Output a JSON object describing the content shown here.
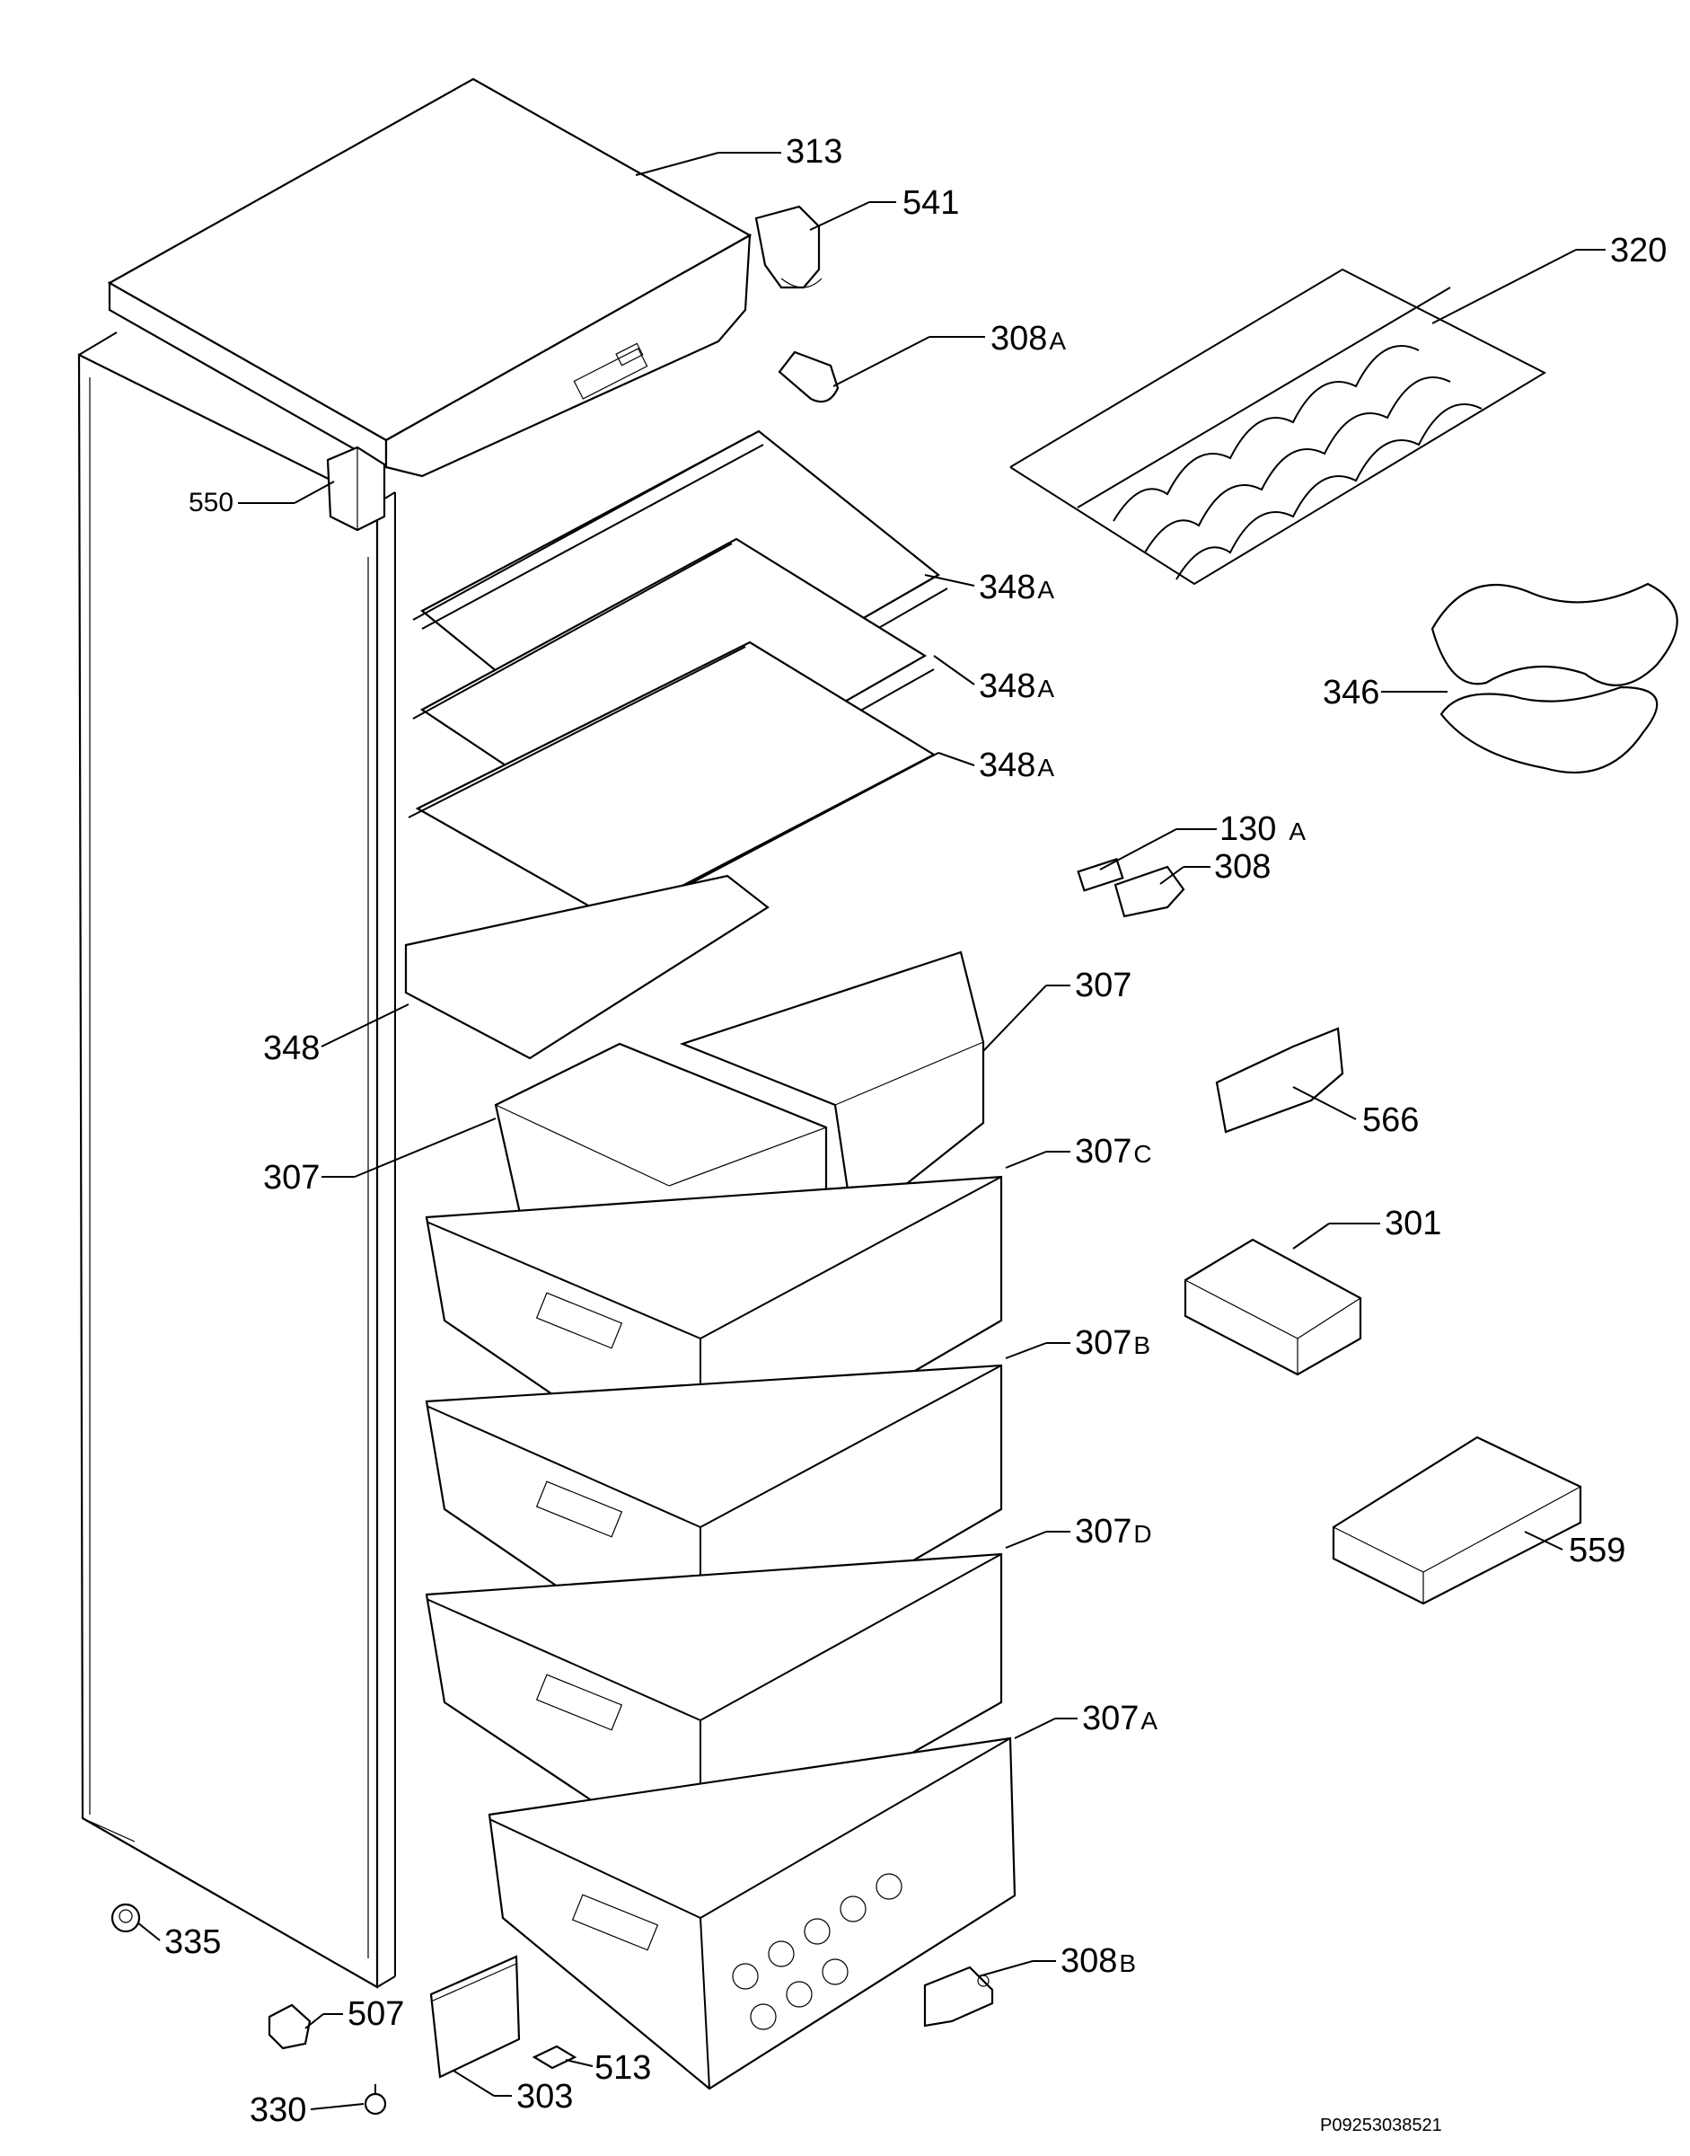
{
  "callouts": [
    {
      "id": "313",
      "text": "313",
      "sub": ""
    },
    {
      "id": "541",
      "text": "541",
      "sub": ""
    },
    {
      "id": "320",
      "text": "320",
      "sub": ""
    },
    {
      "id": "308a",
      "text": "308",
      "sub": "A"
    },
    {
      "id": "550",
      "text": "550",
      "sub": ""
    },
    {
      "id": "348a1",
      "text": "348",
      "sub": "A"
    },
    {
      "id": "348a2",
      "text": "348",
      "sub": "A"
    },
    {
      "id": "348a3",
      "text": "348",
      "sub": "A"
    },
    {
      "id": "346",
      "text": "346",
      "sub": ""
    },
    {
      "id": "130a",
      "text": "130",
      "sub": "A"
    },
    {
      "id": "308",
      "text": "308",
      "sub": ""
    },
    {
      "id": "307top",
      "text": "307",
      "sub": ""
    },
    {
      "id": "348",
      "text": "348",
      "sub": ""
    },
    {
      "id": "566",
      "text": "566",
      "sub": ""
    },
    {
      "id": "307left",
      "text": "307",
      "sub": ""
    },
    {
      "id": "307c",
      "text": "307",
      "sub": "C"
    },
    {
      "id": "301",
      "text": "301",
      "sub": ""
    },
    {
      "id": "307b",
      "text": "307",
      "sub": "B"
    },
    {
      "id": "559",
      "text": "559",
      "sub": ""
    },
    {
      "id": "307d",
      "text": "307",
      "sub": "D"
    },
    {
      "id": "307a",
      "text": "307",
      "sub": "A"
    },
    {
      "id": "335",
      "text": "335",
      "sub": ""
    },
    {
      "id": "308b",
      "text": "308",
      "sub": "B"
    },
    {
      "id": "507",
      "text": "507",
      "sub": ""
    },
    {
      "id": "513",
      "text": "513",
      "sub": ""
    },
    {
      "id": "330",
      "text": "330",
      "sub": ""
    },
    {
      "id": "303",
      "text": "303",
      "sub": ""
    }
  ],
  "document_id": "P09253038521"
}
